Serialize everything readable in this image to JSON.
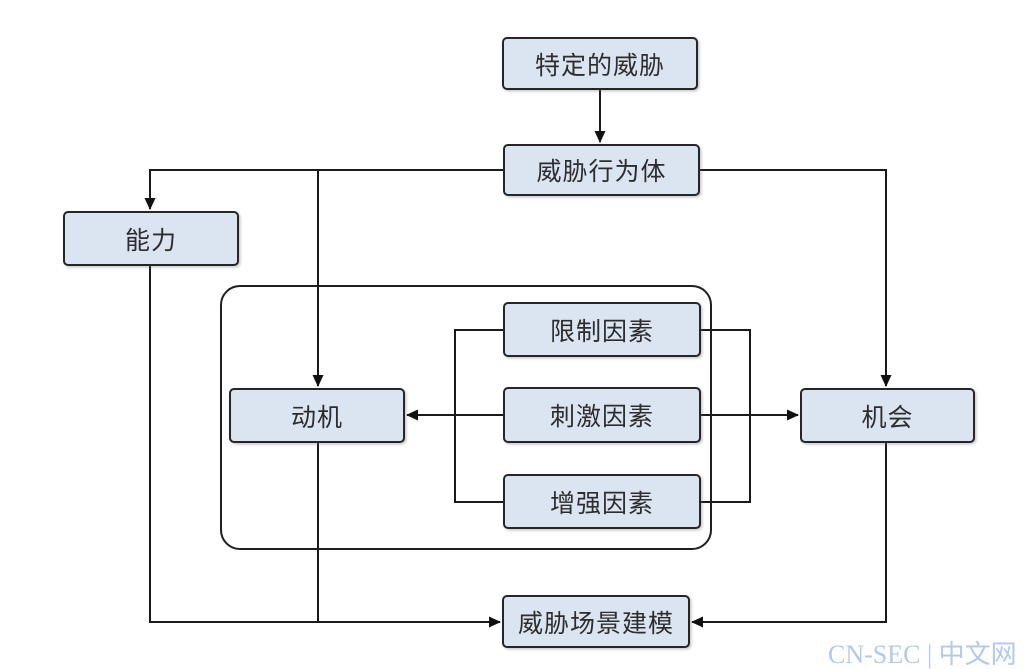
{
  "diagram": {
    "type": "flowchart",
    "colors": {
      "background": "#ffffff",
      "node_fill": "#dbe5f2",
      "node_border": "#262626",
      "connector": "#1a1a1a",
      "group_border": "#1f1f1f",
      "watermark": "#b0c9ec"
    },
    "nodes": [
      {
        "id": "specific-threat",
        "label": "特定的威胁"
      },
      {
        "id": "threat-actor",
        "label": "威胁行为体"
      },
      {
        "id": "capability",
        "label": "能力"
      },
      {
        "id": "motivation",
        "label": "动机"
      },
      {
        "id": "restricting-factor",
        "label": "限制因素"
      },
      {
        "id": "stimulating-factor",
        "label": "刺激因素"
      },
      {
        "id": "reinforcing-factor",
        "label": "增强因素"
      },
      {
        "id": "opportunity",
        "label": "机会"
      },
      {
        "id": "threat-scenario-modeling",
        "label": "威胁场景建模"
      }
    ],
    "edges": [
      {
        "from": "特定的威胁",
        "to": "威胁行为体"
      },
      {
        "from": "威胁行为体",
        "to": "能力"
      },
      {
        "from": "威胁行为体",
        "to": "动机"
      },
      {
        "from": "威胁行为体",
        "to": "机会"
      },
      {
        "from": "限制因素",
        "to": "动机"
      },
      {
        "from": "刺激因素",
        "to": "动机"
      },
      {
        "from": "增强因素",
        "to": "动机"
      },
      {
        "from": "限制因素",
        "to": "机会"
      },
      {
        "from": "刺激因素",
        "to": "机会"
      },
      {
        "from": "增强因素",
        "to": "机会"
      },
      {
        "from": "能力",
        "to": "威胁场景建模"
      },
      {
        "from": "动机",
        "to": "威胁场景建模"
      },
      {
        "from": "机会",
        "to": "威胁场景建模"
      }
    ],
    "watermark": {
      "text": "CN-SEC | 中文网"
    }
  }
}
